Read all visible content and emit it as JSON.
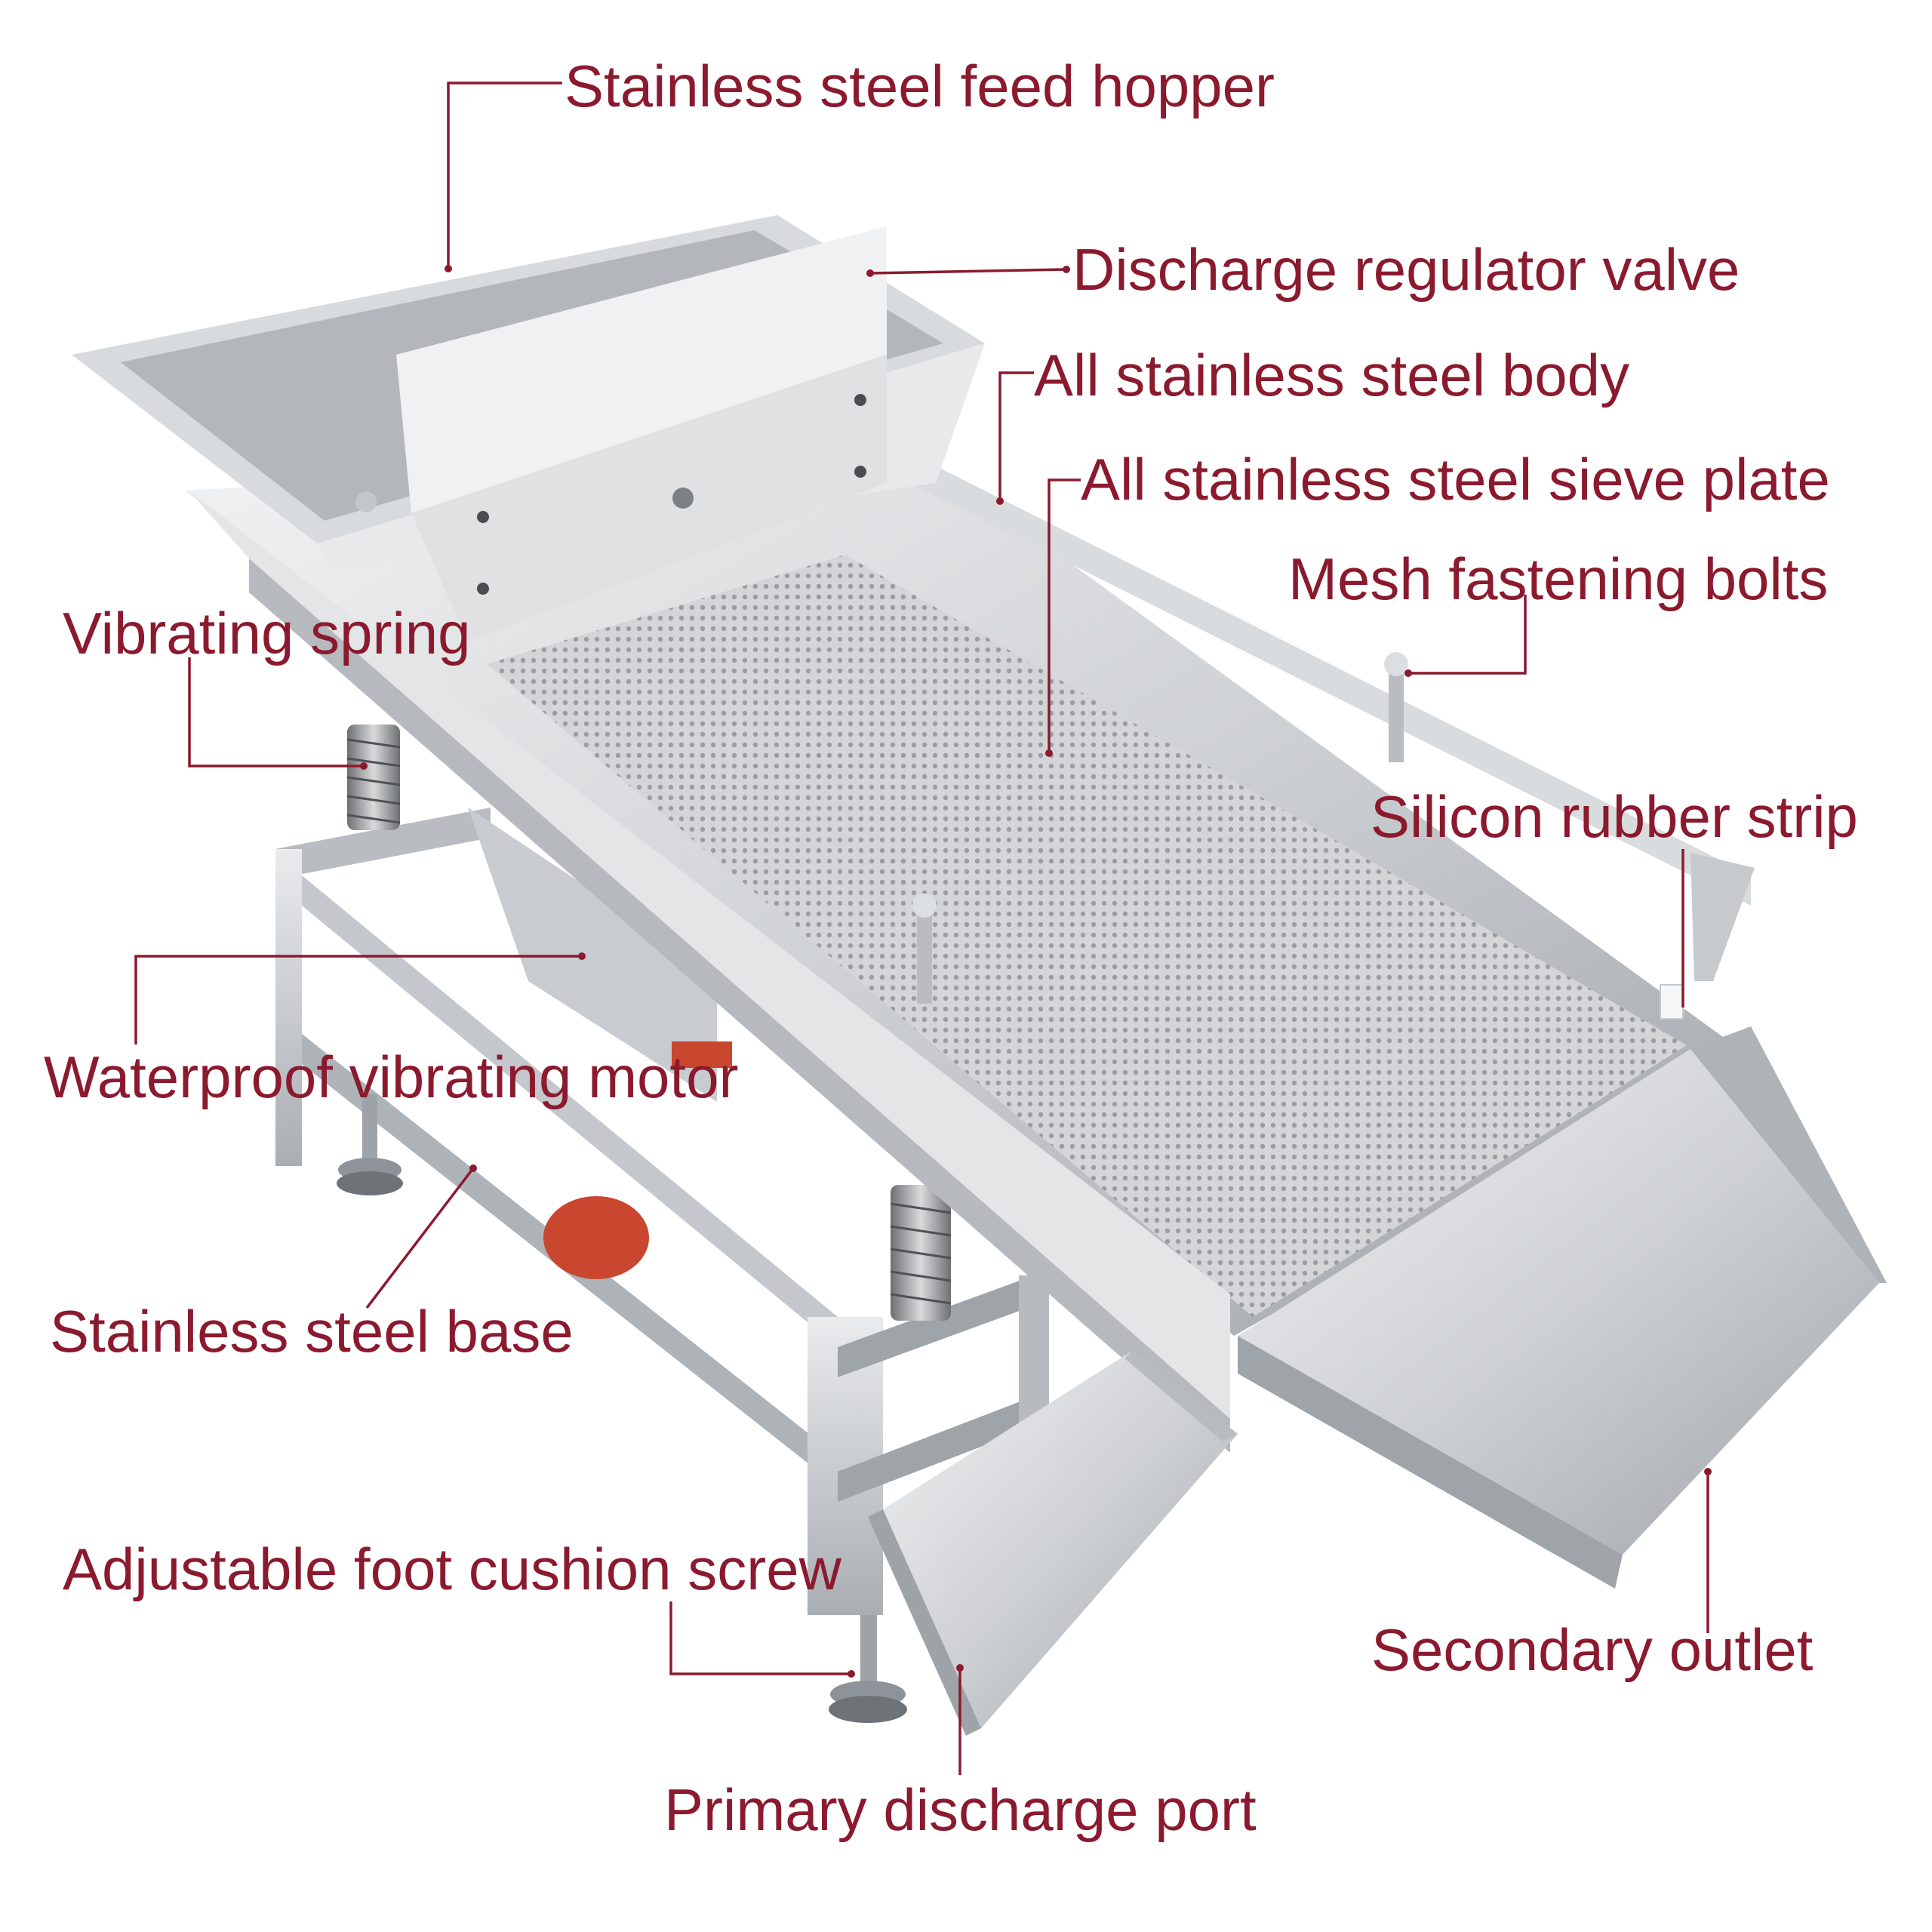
{
  "colors": {
    "label_text": "#8b1a2e",
    "leader_line": "#8b1a2e",
    "steel_light": "#e6e8ea",
    "steel_mid": "#bfc3c7",
    "steel_dark": "#8d9297",
    "mesh": "#c9cbcd",
    "spring": "#a7a9aa",
    "motor_accent": "#c9462f",
    "background": "#ffffff"
  },
  "labels": {
    "hopper": "Stainless steel feed hopper",
    "valve": "Discharge regulator valve",
    "body": "All stainless steel body",
    "sieve": "All stainless steel sieve plate",
    "bolts": "Mesh fastening bolts",
    "spring": "Vibrating spring",
    "silicon": "Silicon rubber strip",
    "motor": "Waterproof vibrating motor",
    "base": "Stainless steel base",
    "foot": "Adjustable foot cushion screw",
    "secondary": "Secondary outlet",
    "primary": "Primary discharge port"
  }
}
